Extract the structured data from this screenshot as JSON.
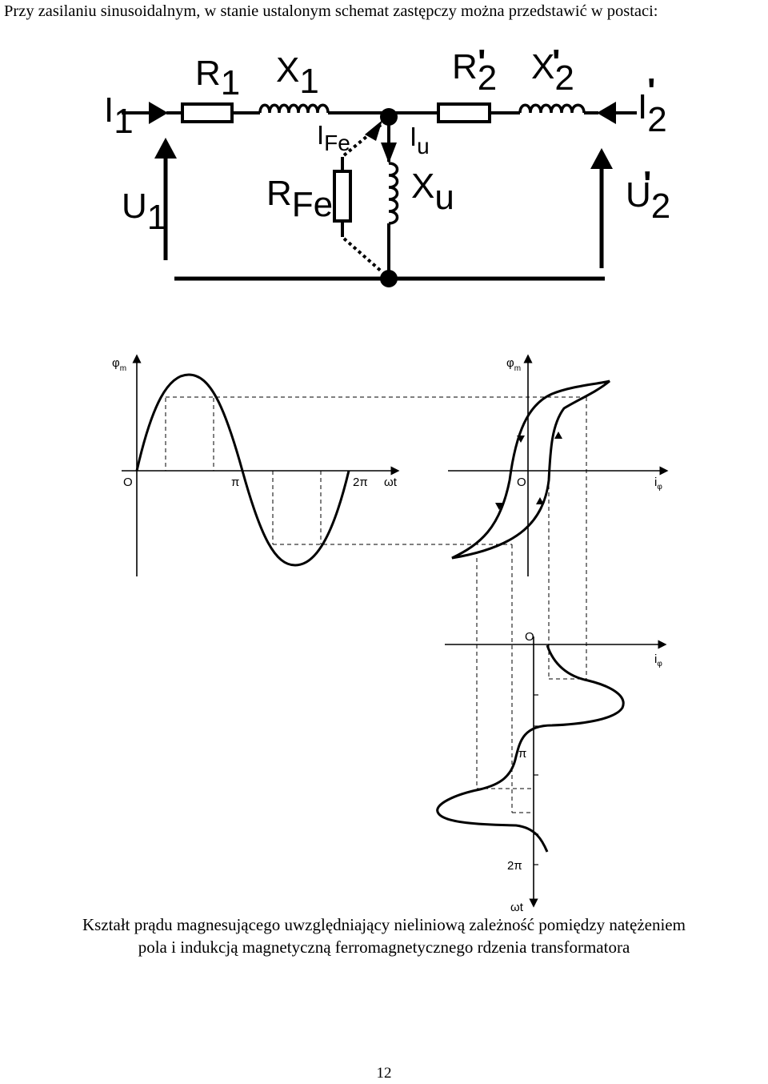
{
  "intro_text": "Przy zasilaniu sinusoidalnym, w stanie ustalonym schemat zastępczy można przedstawić w postaci:",
  "circuit": {
    "I1": {
      "main": "I",
      "sub": "1"
    },
    "U1": {
      "main": "U",
      "sub": "1"
    },
    "R1": {
      "main": "R",
      "sub": "1"
    },
    "X1": {
      "main": "X",
      "sub": "1"
    },
    "R2p": {
      "main": "R",
      "sub": "2",
      "prime": "'"
    },
    "X2p": {
      "main": "X",
      "sub": "2",
      "prime": "'"
    },
    "I2p": {
      "main": "I",
      "sub": "2",
      "prime": "'"
    },
    "U2p": {
      "main": "U",
      "sub": "2",
      "prime": "'"
    },
    "IFe": {
      "main": "I",
      "sub": "Fe"
    },
    "RFe": {
      "main": "R",
      "sub": "Fe"
    },
    "Iu": {
      "main": "I",
      "sub": "u"
    },
    "Xu": {
      "main": "X",
      "sub": "u"
    }
  },
  "graphs": {
    "flux_axis": {
      "main": "φ",
      "sub": "m"
    },
    "current_axis": {
      "main": "i",
      "sub": "φ"
    },
    "time_axis": "ωt",
    "origin": "O",
    "pi": "π",
    "two_pi": "2π"
  },
  "caption_line1": "Kształt prądu magnesującego uwzględniający nieliniową zależność pomiędzy natężeniem",
  "caption_line2": "pola i indukcją magnetyczną ferromagnetycznego rdzenia transformatora",
  "page_number": "12"
}
